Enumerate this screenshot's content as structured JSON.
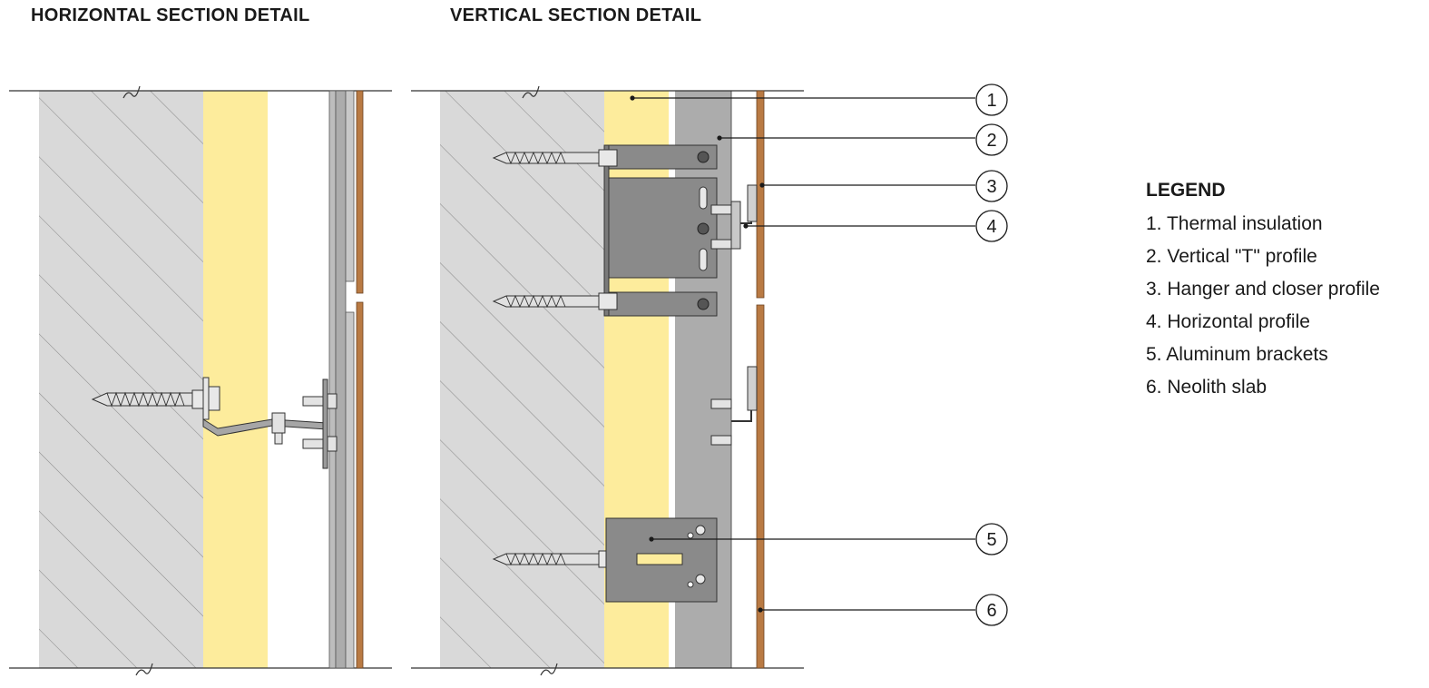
{
  "titles": {
    "horizontal": "HORIZONTAL SECTION DETAIL",
    "vertical": "VERTICAL SECTION DETAIL"
  },
  "colors": {
    "concrete": "#d9d9d9",
    "insulation": "#fdec9c",
    "profile": "#acacac",
    "bracket": "#8a8a8a",
    "slab": "#b97a43",
    "line": "#1a1a1a"
  },
  "callouts": [
    "1",
    "2",
    "3",
    "4",
    "5",
    "6"
  ],
  "legend": {
    "title": "LEGEND",
    "items": [
      "1. Thermal insulation",
      "2. Vertical \"T\" profile",
      "3. Hanger and closer profile",
      "4. Horizontal profile",
      "5. Aluminum brackets",
      "6. Neolith slab"
    ]
  }
}
